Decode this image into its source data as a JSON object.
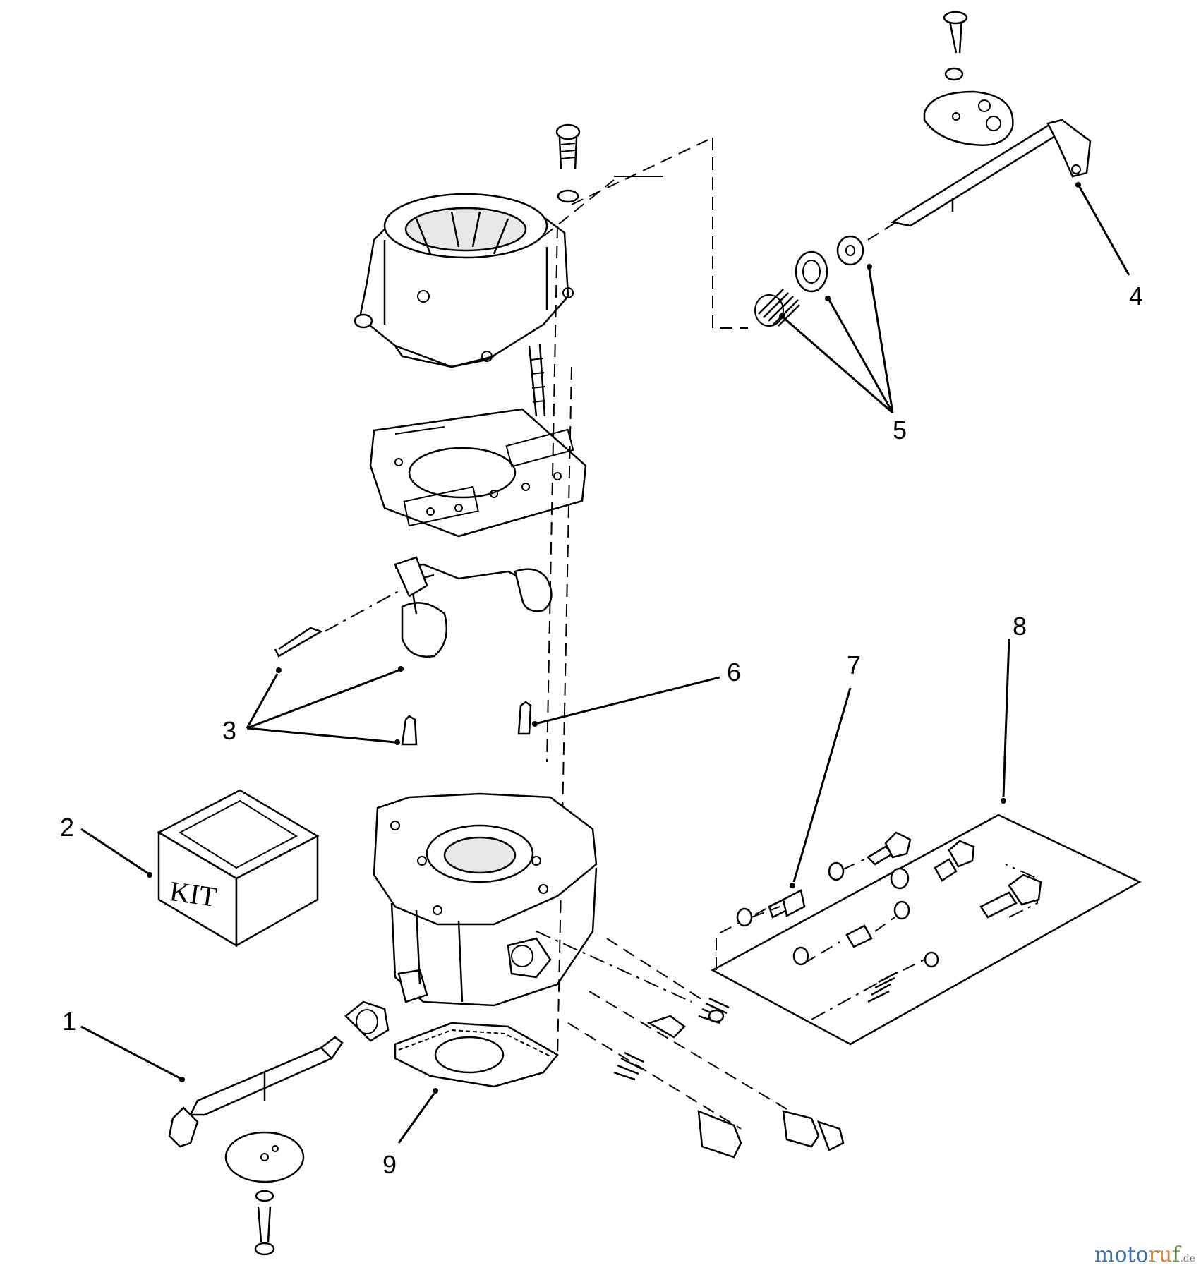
{
  "callouts": {
    "c1": "1",
    "c2": "2",
    "c3": "3",
    "c4": "4",
    "c5": "5",
    "c6": "6",
    "c7": "7",
    "c8": "8",
    "c9": "9"
  },
  "kit_label": "KIT",
  "watermark": {
    "part1": "moto",
    "part2": "ru",
    "part3": "f",
    "suffix": ".de"
  }
}
